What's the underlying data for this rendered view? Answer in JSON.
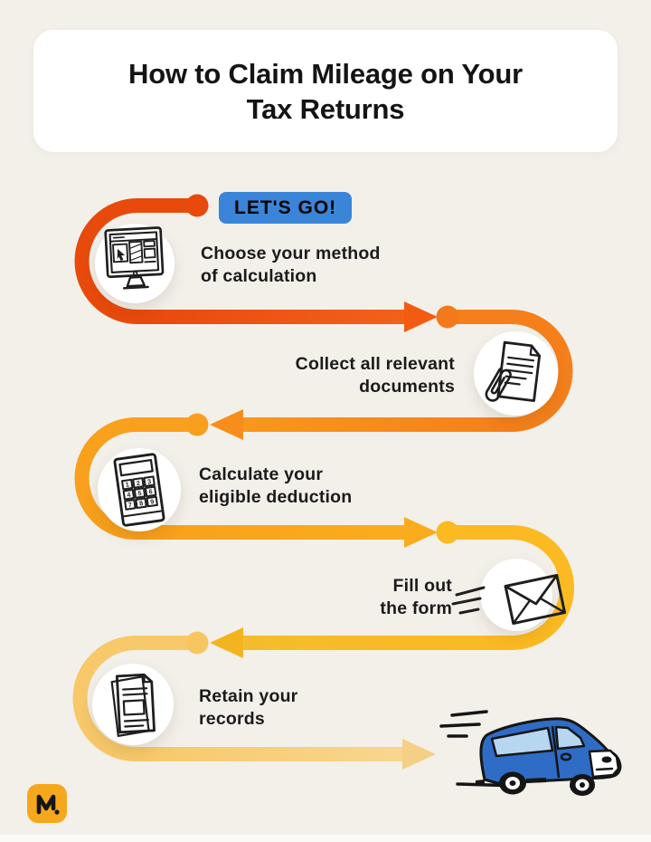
{
  "page": {
    "background_color": "#F3F0EA",
    "footer_strip_color": "#FBFAF7"
  },
  "title": {
    "card_color": "#FFFFFF",
    "text_color": "#141414",
    "lines": [
      "How to Claim Mileage on Your",
      "Tax Returns"
    ]
  },
  "start_badge": {
    "label": "LET'S GO!",
    "background_color": "#3A85D7",
    "text_color": "#FFFFFF"
  },
  "steps": [
    {
      "id": 1,
      "icon": "computer-monitor-icon",
      "lines": [
        "Choose your method",
        "of calculation"
      ],
      "text_align": "left"
    },
    {
      "id": 2,
      "icon": "documents-paperclip-icon",
      "lines": [
        "Collect all relevant",
        "documents"
      ],
      "text_align": "right"
    },
    {
      "id": 3,
      "icon": "calculator-icon",
      "lines": [
        "Calculate your",
        "eligible deduction"
      ],
      "text_align": "left"
    },
    {
      "id": 4,
      "icon": "envelope-icon",
      "lines": [
        "Fill out",
        "the form"
      ],
      "text_align": "right"
    },
    {
      "id": 5,
      "icon": "records-icon",
      "lines": [
        "Retain your",
        "records"
      ],
      "text_align": "left"
    }
  ],
  "flow_path": {
    "style": "serpentine arrow, color fades red-orange to pale yellow",
    "segment_gradients": [
      [
        "#E84A0C",
        "#F3641C"
      ],
      [
        "#F5801B",
        "#F8981C"
      ],
      [
        "#F9A01C",
        "#FAAE1E"
      ],
      [
        "#FBBA22",
        "#F4BC2C"
      ],
      [
        "#F7C96B",
        "#F8D893"
      ]
    ],
    "dot_colors": [
      "#E8490C",
      "#F4791B",
      "#F99F1D",
      "#FBB922",
      "#F7C661"
    ],
    "arrow_colors": [
      "#F35B12",
      "#F78E1B",
      "#FAAB1E",
      "#F2B51F",
      "#F5CF86"
    ]
  },
  "car": {
    "body_color": "#2F6CC5",
    "window_color": "#B7D7F1",
    "outline_color": "#151515",
    "wheel_rim_color": "#FFFFFF"
  },
  "logo": {
    "mark": "M!",
    "background_color": "#F6A71B",
    "mark_color": "#151515"
  },
  "calculator_keys": [
    "1",
    "2",
    "3",
    "4",
    "5",
    "6",
    "7",
    "8",
    "9"
  ]
}
